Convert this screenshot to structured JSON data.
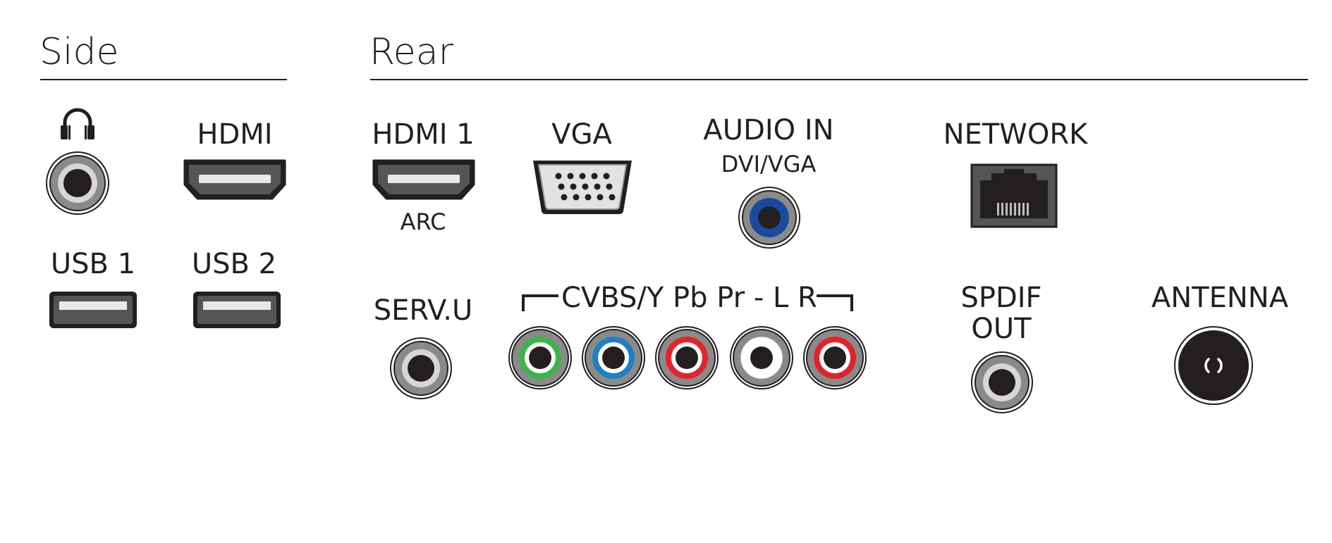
{
  "sections": {
    "side": {
      "title": "Side"
    },
    "rear": {
      "title": "Rear"
    }
  },
  "side": {
    "hdmi_label": "HDMI",
    "usb1_label": "USB 1",
    "usb2_label": "USB 2"
  },
  "rear": {
    "hdmi1_label": "HDMI 1",
    "hdmi1_sub": "ARC",
    "vga_label": "VGA",
    "audio_in_label": "AUDIO IN",
    "audio_in_sub": "DVI/VGA",
    "network_label": "NETWORK",
    "servu_label": "SERV.U",
    "component_label": "CVBS/Y Pb Pr - L R",
    "spdif_label_line1": "SPDIF",
    "spdif_label_line2": "OUT",
    "antenna_label": "ANTENNA"
  },
  "colors": {
    "text": "#231f20",
    "component_y": "#3ab54a",
    "component_pb": "#1e7fc3",
    "component_pr": "#e42328",
    "audio_l": "#ffffff",
    "audio_r": "#e42328",
    "audio_in_ring": "#1a4aa0"
  },
  "icons": {
    "headphone": "headphone-icon"
  }
}
